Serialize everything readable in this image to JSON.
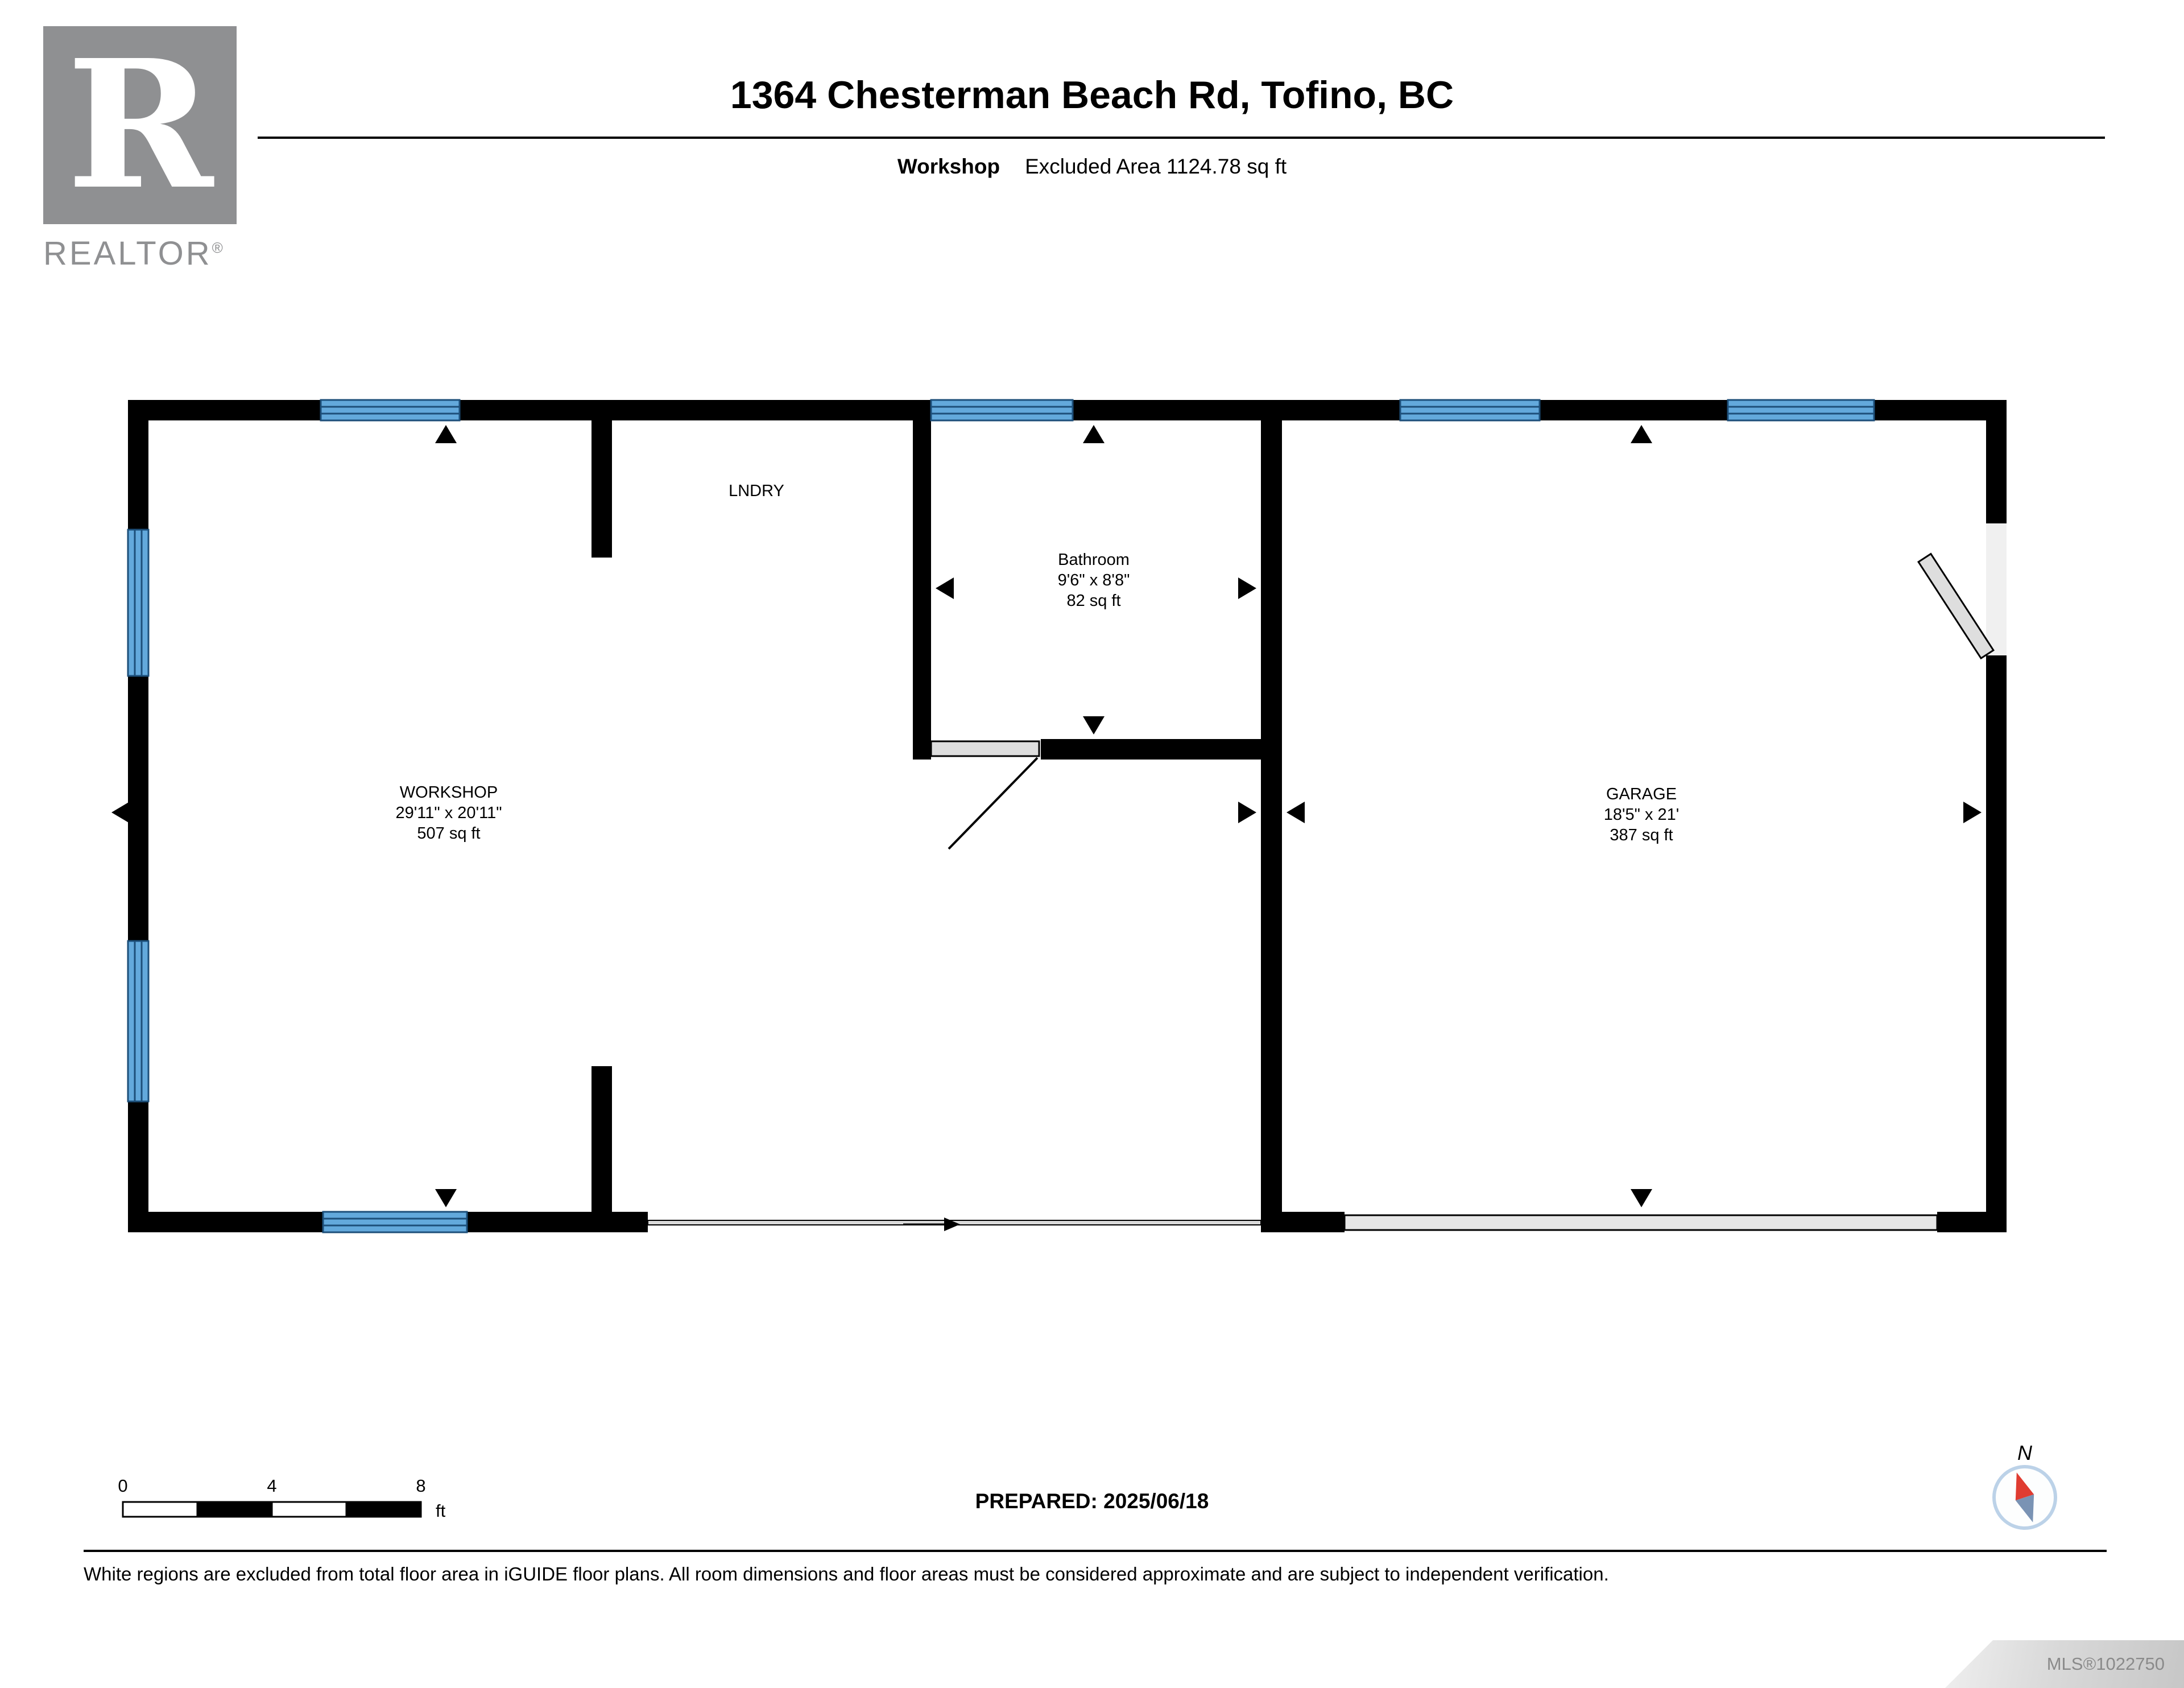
{
  "branding": {
    "logo_letter": "R",
    "brand": "REALTOR",
    "registered": "®"
  },
  "header": {
    "title": "1364 Chesterman Beach Rd, Tofino, BC",
    "floor_label": "Workshop",
    "excluded_area": "Excluded Area 1124.78 sq ft"
  },
  "rooms": [
    {
      "name": "WORKSHOP",
      "dimensions": "29'11\" x 20'11\"",
      "area": "507 sq ft"
    },
    {
      "name": "Bathroom",
      "dimensions": "9'6\" x 8'8\"",
      "area": "82 sq ft"
    },
    {
      "name": "GARAGE",
      "dimensions": "18'5\" x 21'",
      "area": "387 sq ft"
    },
    {
      "name": "LNDRY"
    }
  ],
  "scale_bar": {
    "labels": [
      "0",
      "4",
      "8"
    ],
    "unit": "ft"
  },
  "footer": {
    "prepared": "PREPARED: 2025/06/18",
    "compass_label": "N",
    "disclaimer": "White regions are excluded from total floor area in iGUIDE floor plans. All room dimensions and floor areas must be considered approximate and are subject to independent verification.",
    "mls": "MLS®1022750"
  },
  "colors": {
    "wall": "#000000",
    "window_fill": "#63a9dc",
    "window_frame": "#1d4f7a",
    "door_fill": "#dedede",
    "compass_north": "#e03c31",
    "compass_south": "#7a93b4",
    "brand_gray": "#8f9092"
  }
}
